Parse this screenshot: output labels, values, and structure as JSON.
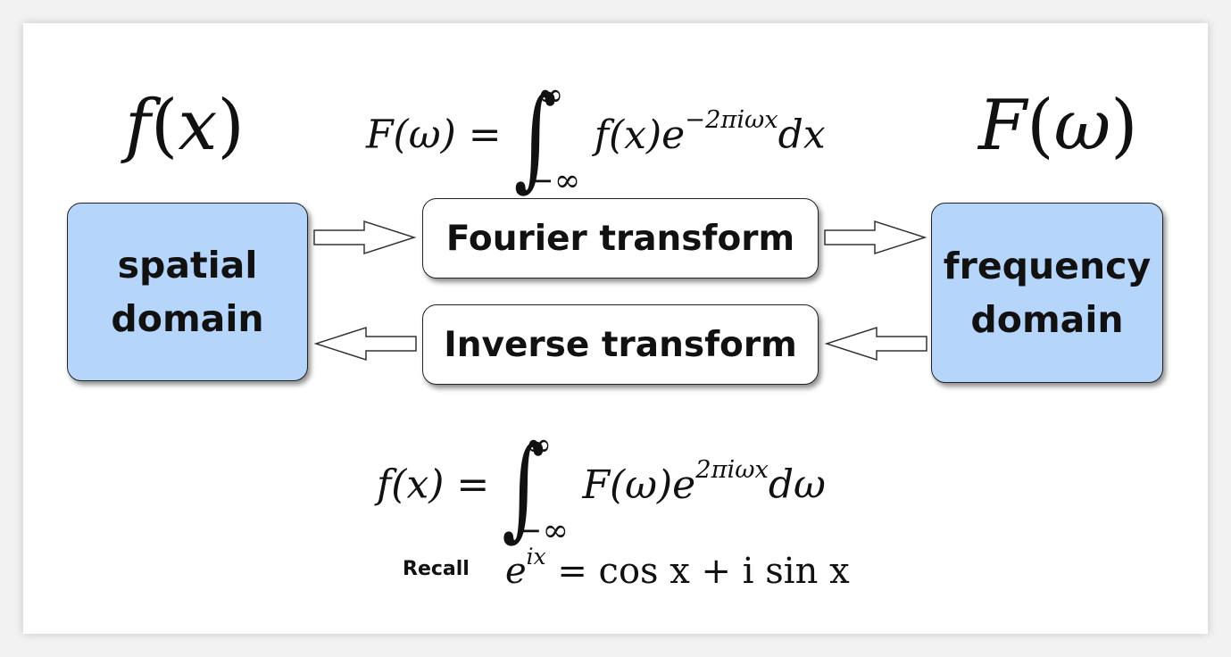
{
  "left_symbol": {
    "fn": "f",
    "arg": "x"
  },
  "right_symbol": {
    "fn": "F",
    "arg": "ω"
  },
  "forward_formula": {
    "lhs": "F(ω) =",
    "upper": "∞",
    "lower": "−∞",
    "integrand": "f(x)e",
    "exponent": "−2πiωx",
    "differential": "dx"
  },
  "inverse_formula": {
    "lhs": "f(x) =",
    "upper": "∞",
    "lower": "−∞",
    "integrand": "F(ω)e",
    "exponent": "2πiωx",
    "differential": "dω"
  },
  "boxes": {
    "spatial": [
      "spatial",
      "domain"
    ],
    "frequency": [
      "frequency",
      "domain"
    ],
    "forward": "Fourier transform",
    "inverse": "Inverse transform"
  },
  "recall": {
    "label": "Recall",
    "base": "e",
    "exponent": "ix",
    "rhs": "= cos x + i sin x"
  },
  "colors": {
    "domain_fill": "#b6d5fb",
    "transform_fill": "#ffffff",
    "outline": "#222222"
  }
}
